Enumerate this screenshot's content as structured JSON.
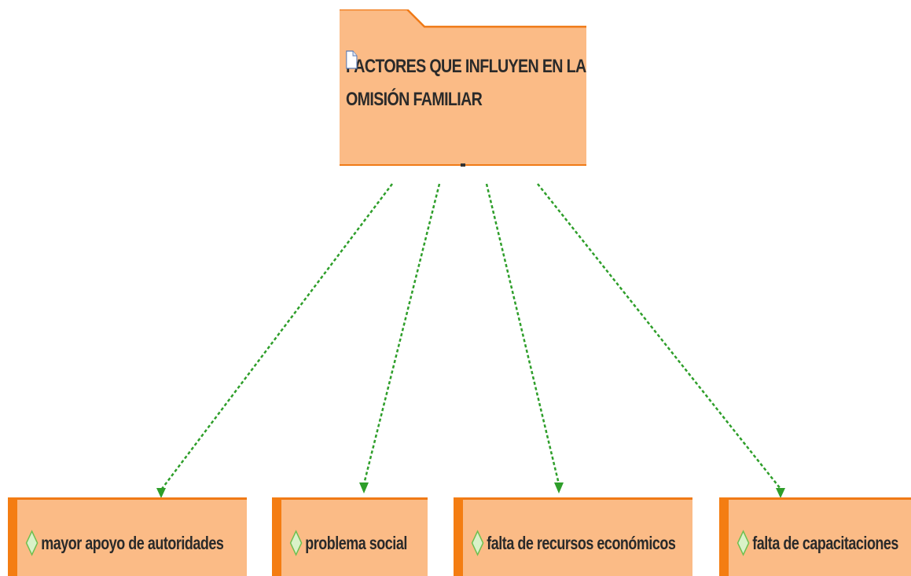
{
  "root": {
    "icon": "document-icon",
    "title_line1": "FACTORES QUE INFLUYEN EN LA",
    "title_line2": "OMISIÓN FAMILIAR"
  },
  "children": [
    {
      "icon": "diamond-icon",
      "label": "mayor apoyo de autoridades"
    },
    {
      "icon": "diamond-icon",
      "label": "problema social"
    },
    {
      "icon": "diamond-icon",
      "label": "falta de recursos económicos"
    },
    {
      "icon": "diamond-icon",
      "label": "falta de capacitaciones"
    }
  ],
  "colors": {
    "node_fill": "#fbbb86",
    "node_border": "#f07a17",
    "connector": "#2e9e2a",
    "diamond_fill": "#d9f2c8",
    "diamond_stroke": "#6fbf4f"
  }
}
